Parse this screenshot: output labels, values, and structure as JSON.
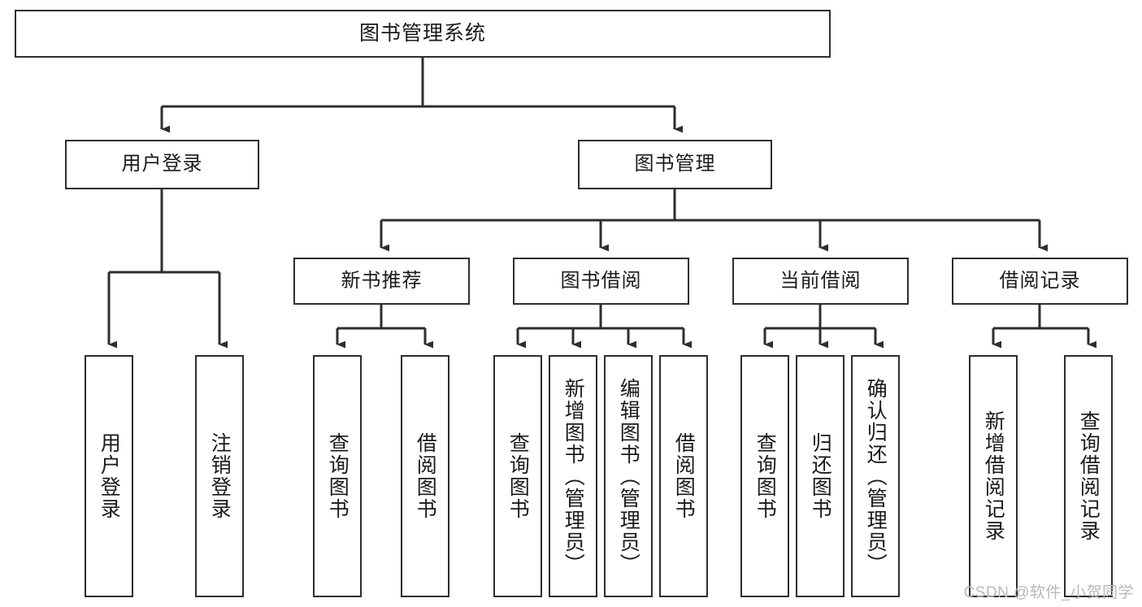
{
  "diagram": {
    "title": "图书管理系统",
    "type": "hierarchy-tree",
    "background_color": "#ffffff",
    "border_color": "#2e2e2e",
    "text_color": "#1a1a1a",
    "root": {
      "id": "root",
      "label": "图书管理系统",
      "orientation": "horizontal"
    },
    "level1": [
      {
        "id": "user-login",
        "label": "用户登录",
        "orientation": "horizontal"
      },
      {
        "id": "book-manage",
        "label": "图书管理",
        "orientation": "horizontal"
      }
    ],
    "level2": [
      {
        "id": "new-book-recommend",
        "label": "新书推荐",
        "orientation": "horizontal",
        "parent": "book-manage"
      },
      {
        "id": "book-borrow",
        "label": "图书借阅",
        "orientation": "horizontal",
        "parent": "book-manage"
      },
      {
        "id": "current-borrow",
        "label": "当前借阅",
        "orientation": "horizontal",
        "parent": "book-manage"
      },
      {
        "id": "borrow-record",
        "label": "借阅记录",
        "orientation": "horizontal",
        "parent": "book-manage"
      }
    ],
    "leaves": [
      {
        "id": "leaf-user-login",
        "label": "用户登录",
        "orientation": "vertical",
        "parent": "user-login"
      },
      {
        "id": "leaf-user-logout",
        "label": "注销登录",
        "orientation": "vertical",
        "parent": "user-login"
      },
      {
        "id": "leaf-query-book-1",
        "label": "查询图书",
        "orientation": "vertical",
        "parent": "new-book-recommend"
      },
      {
        "id": "leaf-borrow-book-1",
        "label": "借阅图书",
        "orientation": "vertical",
        "parent": "new-book-recommend"
      },
      {
        "id": "leaf-query-book-2",
        "label": "查询图书",
        "orientation": "vertical",
        "parent": "book-borrow"
      },
      {
        "id": "leaf-add-book",
        "label": "新增图书（管理员）",
        "orientation": "vertical",
        "parent": "book-borrow"
      },
      {
        "id": "leaf-edit-book",
        "label": "编辑图书（管理员）",
        "orientation": "vertical",
        "parent": "book-borrow"
      },
      {
        "id": "leaf-borrow-book-2",
        "label": "借阅图书",
        "orientation": "vertical",
        "parent": "book-borrow"
      },
      {
        "id": "leaf-query-book-3",
        "label": "查询图书",
        "orientation": "vertical",
        "parent": "current-borrow"
      },
      {
        "id": "leaf-return-book",
        "label": "归还图书",
        "orientation": "vertical",
        "parent": "current-borrow"
      },
      {
        "id": "leaf-confirm-return",
        "label": "确认归还（管理员）",
        "orientation": "vertical",
        "parent": "current-borrow"
      },
      {
        "id": "leaf-add-record",
        "label": "新增借阅记录",
        "orientation": "vertical",
        "parent": "borrow-record"
      },
      {
        "id": "leaf-query-record",
        "label": "查询借阅记录",
        "orientation": "vertical",
        "parent": "borrow-record"
      }
    ]
  },
  "watermark": {
    "text": "CSDN @软件_小贺同学"
  }
}
